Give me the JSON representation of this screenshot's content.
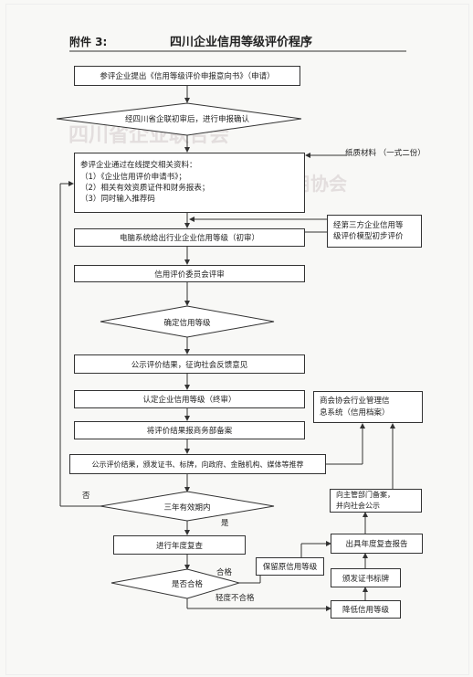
{
  "header": {
    "attachment": "附件 3:",
    "title": "四川企业信用等级评价程序"
  },
  "paper_note": "纸质材料 （一式二份）",
  "steps": {
    "s1": "参评企业提出《信用等级评价申报意向书》（申请）",
    "d1": "经四川省企联初审后，进行申报确认",
    "s2": {
      "line1": "参评企业通过在线提交相关资料：",
      "line2": "（1）《企业信用评价申请书》；",
      "line3": "（2）相关有效资质证件和财务报表；",
      "line4": "（3）同时输入推荐码"
    },
    "side1": {
      "line1": "经第三方企业信用等",
      "line2": "级评价模型初步评价"
    },
    "s3": "电脑系统给出行业企业信用等级（初审）",
    "s4": "信用评价委员会评审",
    "d2": "确定信用等级",
    "s5": "公示评价结果，征询社会反馈意见",
    "s6": "认定企业信用等级（终审）",
    "side2": {
      "line1": "商会协会行业管理信",
      "line2": "息系统（信用档案）"
    },
    "s7": "将评价结果报商务部备案",
    "s8": "公示评价结果，颁发证书、标牌，向政府、金融机构、媒体等推荐",
    "side3": {
      "line1": "向主管部门备案，",
      "line2": "并向社会公示"
    },
    "d3": "三年有效期内",
    "no_label": "否",
    "yes_label": "是",
    "s9": "进行年度复查",
    "d4": "是否合格",
    "pass_label": "合格",
    "mild_fail_label": "轻度不合格",
    "side4": "出具年度复查报告",
    "side5": "保留原信用等级",
    "side6": "颁发证书标牌",
    "side7": "降低信用等级"
  }
}
